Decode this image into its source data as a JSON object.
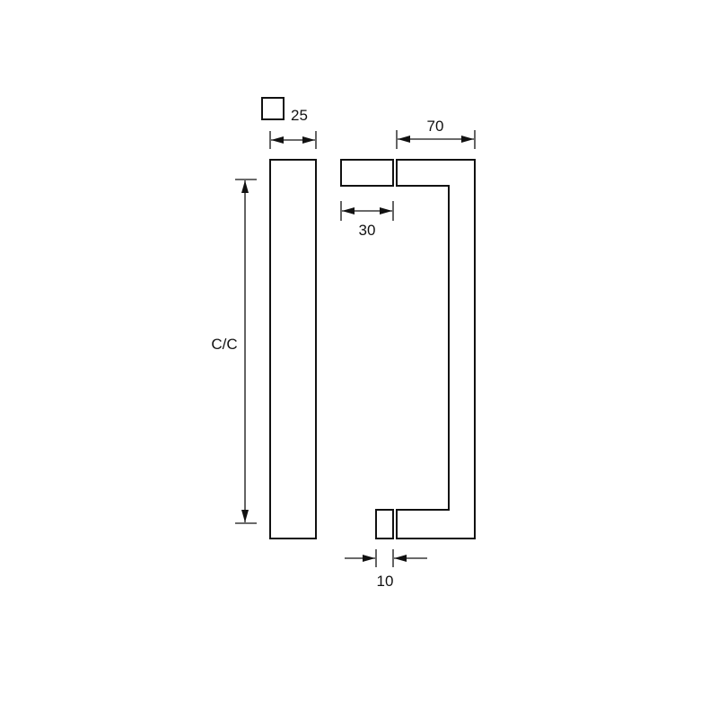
{
  "labels": {
    "square_section": "25",
    "projection": "70",
    "leg_depth": "30",
    "gap": "10",
    "centres": "C/C"
  },
  "icons": {
    "square_section": "square-icon"
  },
  "colors": {
    "line": "#111111",
    "background": "#ffffff"
  }
}
